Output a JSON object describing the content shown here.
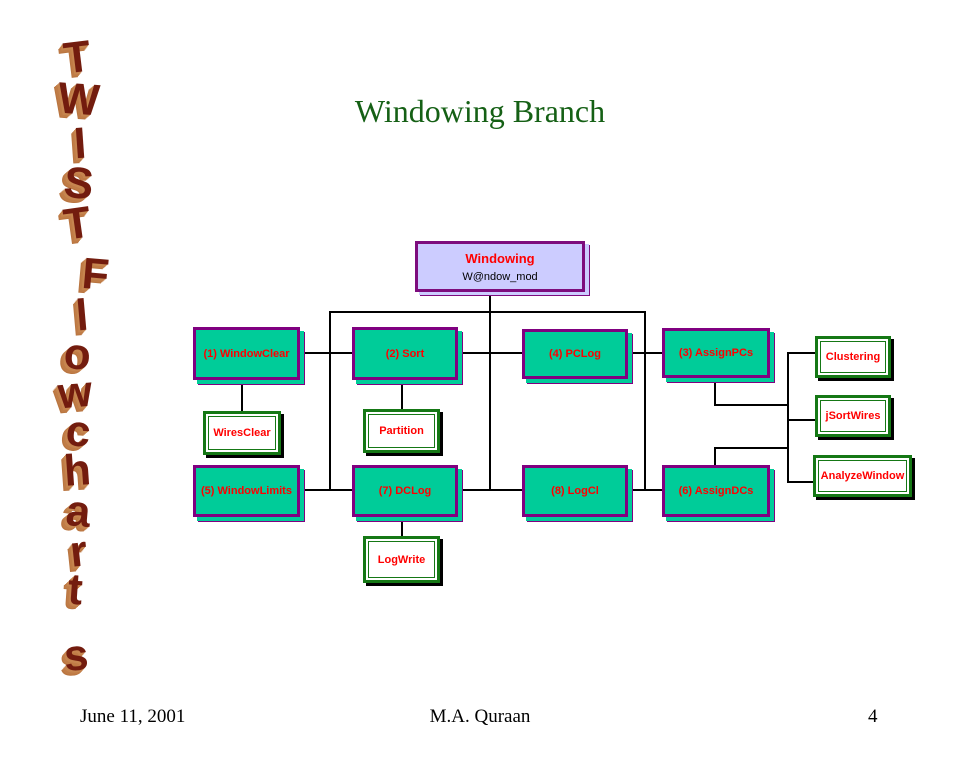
{
  "slide": {
    "title": "Windowing Branch",
    "footer": {
      "date": "June 11, 2001",
      "author": "M.A. Quraan",
      "page_number": "4"
    }
  },
  "wordart": {
    "word1": "TWIST",
    "word2": "Flowcharts",
    "letters": [
      "T",
      "W",
      "I",
      "S",
      "T",
      "F",
      "l",
      "o",
      "w",
      "c",
      "h",
      "a",
      "r",
      "t",
      "s"
    ]
  },
  "colors": {
    "title_green": "#156015",
    "node_fill_teal": "#00cc99",
    "node_border_purple": "#800080",
    "root_fill_lavender": "#ccccff",
    "sub_border_green": "#157815",
    "label_red": "#ff0000",
    "wordart_maroon": "#731c0e",
    "wordart_copper": "#c6854f"
  },
  "flowchart": {
    "root": {
      "label": "Windowing",
      "sublabel": "W@ndow_mod"
    },
    "nodes": {
      "windowclear": "(1) WindowClear",
      "sort": "(2) Sort",
      "pclog": "(4) PCLog",
      "assignpcs": "(3) AssignPCs",
      "windowlimits": "(5) WindowLimits",
      "dclog": "(7) DCLog",
      "logcl": "(8) LogCl",
      "assigndcs": "(6) AssignDCs",
      "wiresclear": "WiresClear",
      "partition": "Partition",
      "clustering": "Clustering",
      "jsortwires": "jSortWires",
      "analyzewindow": "AnalyzeWindow",
      "logwrite": "LogWrite"
    }
  }
}
